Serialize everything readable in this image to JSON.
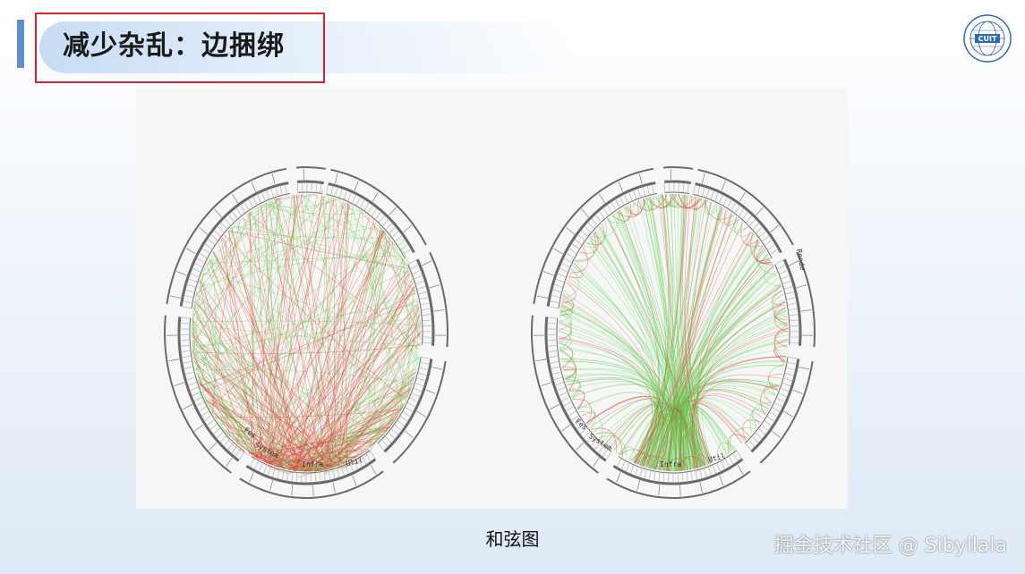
{
  "slide": {
    "title": "减少杂乱：边捆绑",
    "caption": "和弦图",
    "watermark": "掘金技术社区 @ Sibyllala"
  },
  "logo": {
    "text": "CUIT",
    "color": "#2f69b3"
  },
  "colors": {
    "accent": "#5b8fd0",
    "highlight_box": "#d9232e",
    "edge_green": "#55d34a",
    "edge_red": "#d8382a"
  },
  "diagrams": {
    "left": {
      "style": "unbundled",
      "labels": [
        "Fes",
        "System",
        "Infra",
        "Util"
      ]
    },
    "right": {
      "style": "bundled",
      "labels": [
        "Fes",
        "System",
        "Infra",
        "Util",
        "Rende"
      ]
    }
  }
}
